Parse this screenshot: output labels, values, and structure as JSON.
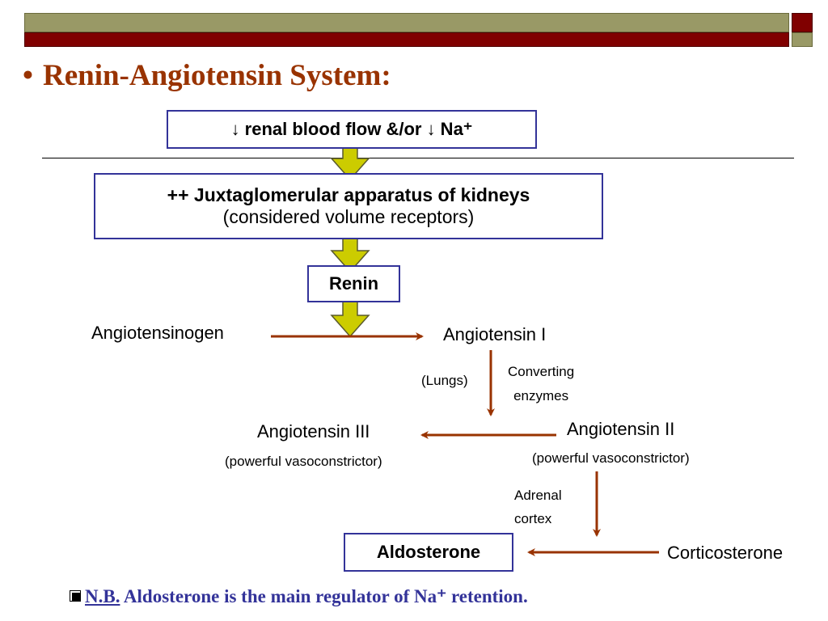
{
  "title": {
    "bullet": "•",
    "text": "Renin-Angiotensin System:"
  },
  "boxes": {
    "top": "↓ renal blood flow &/or ↓ Na⁺",
    "jga_line1": "++ Juxtaglomerular apparatus of kidneys",
    "jga_line2": "(considered volume receptors)",
    "renin": "Renin",
    "aldosterone": "Aldosterone"
  },
  "labels": {
    "angiotensinogen": "Angiotensinogen",
    "angiotensin1": "Angiotensin I",
    "converting_line1": "Converting",
    "converting_line2": "enzymes",
    "lungs": "(Lungs)",
    "angiotensin2": "Angiotensin II",
    "angiotensin2_sub": "(powerful vasoconstrictor)",
    "angiotensin3": "Angiotensin III",
    "angiotensin3_sub": "(powerful vasoconstrictor)",
    "adrenal_line1": "Adrenal",
    "adrenal_line2": "cortex",
    "corticosterone": "Corticosterone"
  },
  "note": {
    "nb": "N.B.",
    "text": " Aldosterone is the main regulator of Na⁺ retention."
  },
  "colors": {
    "title": "#993300",
    "box_border": "#333399",
    "arrow": "#993300",
    "block_arrow_fill": "#cccc00",
    "note": "#333399",
    "header_olive": "#999966",
    "header_red": "#800000"
  }
}
